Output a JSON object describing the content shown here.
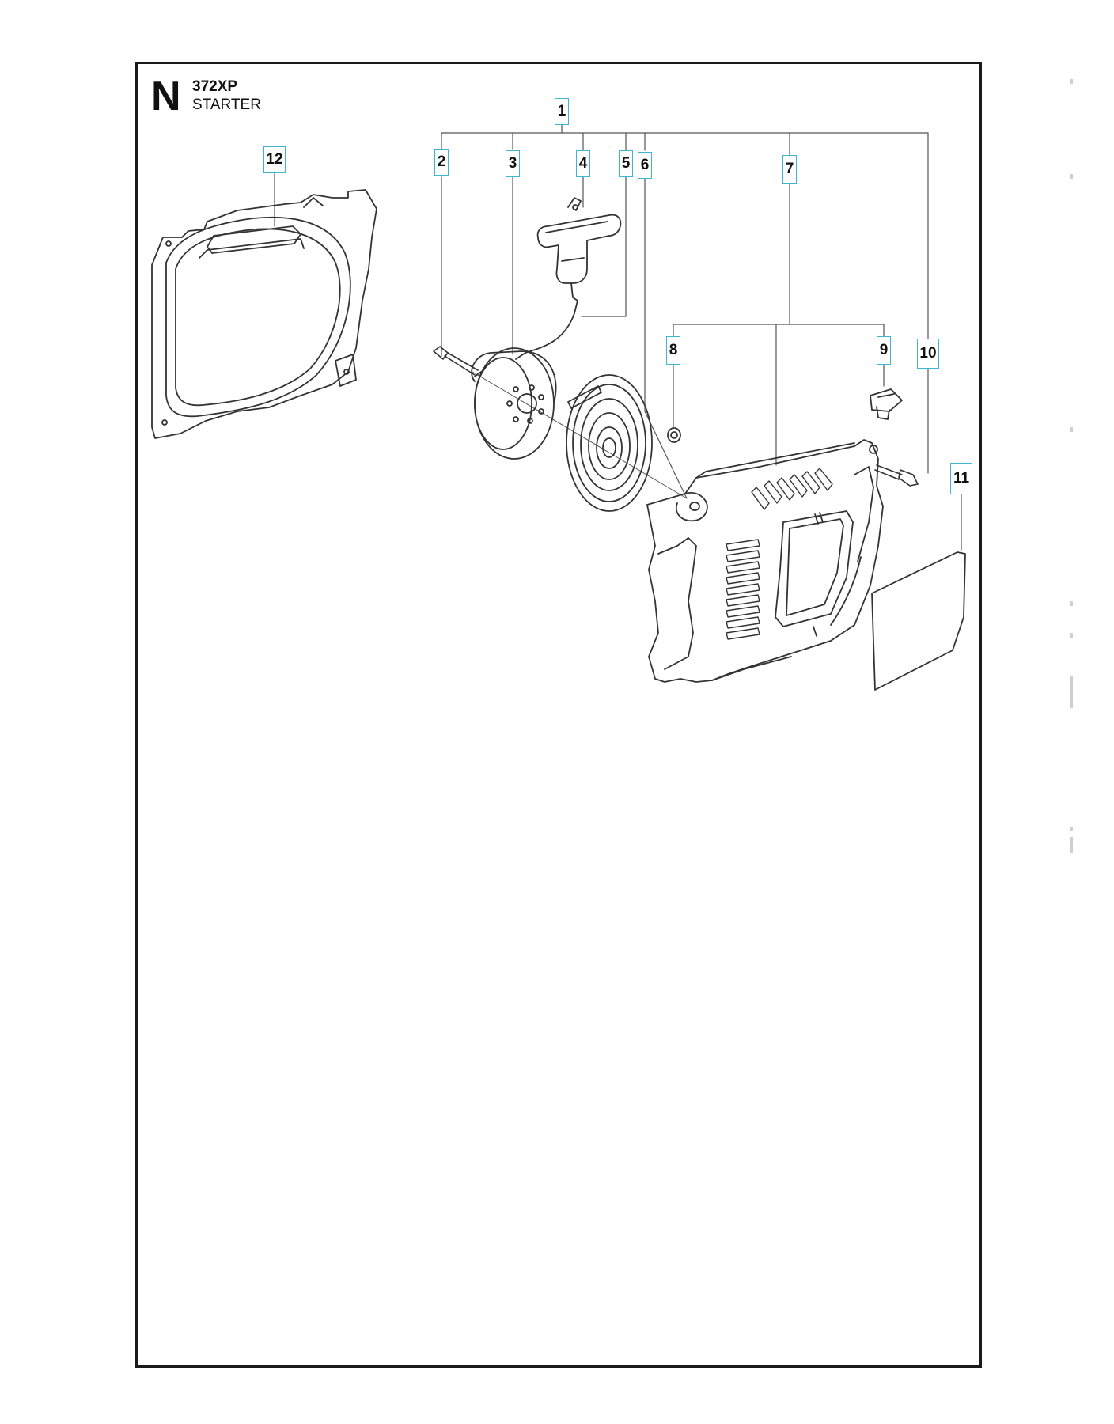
{
  "header": {
    "section_letter": "N",
    "model": "372XP",
    "title": "STARTER"
  },
  "callouts": {
    "c1": "1",
    "c2": "2",
    "c3": "3",
    "c4": "4",
    "c5": "5",
    "c6": "6",
    "c7": "7",
    "c8": "8",
    "c9": "9",
    "c10": "10",
    "c11": "11",
    "c12": "12"
  },
  "colors": {
    "callout_border": "#3fb6d1",
    "line": "#333333",
    "frame": "#1a1a1a"
  }
}
